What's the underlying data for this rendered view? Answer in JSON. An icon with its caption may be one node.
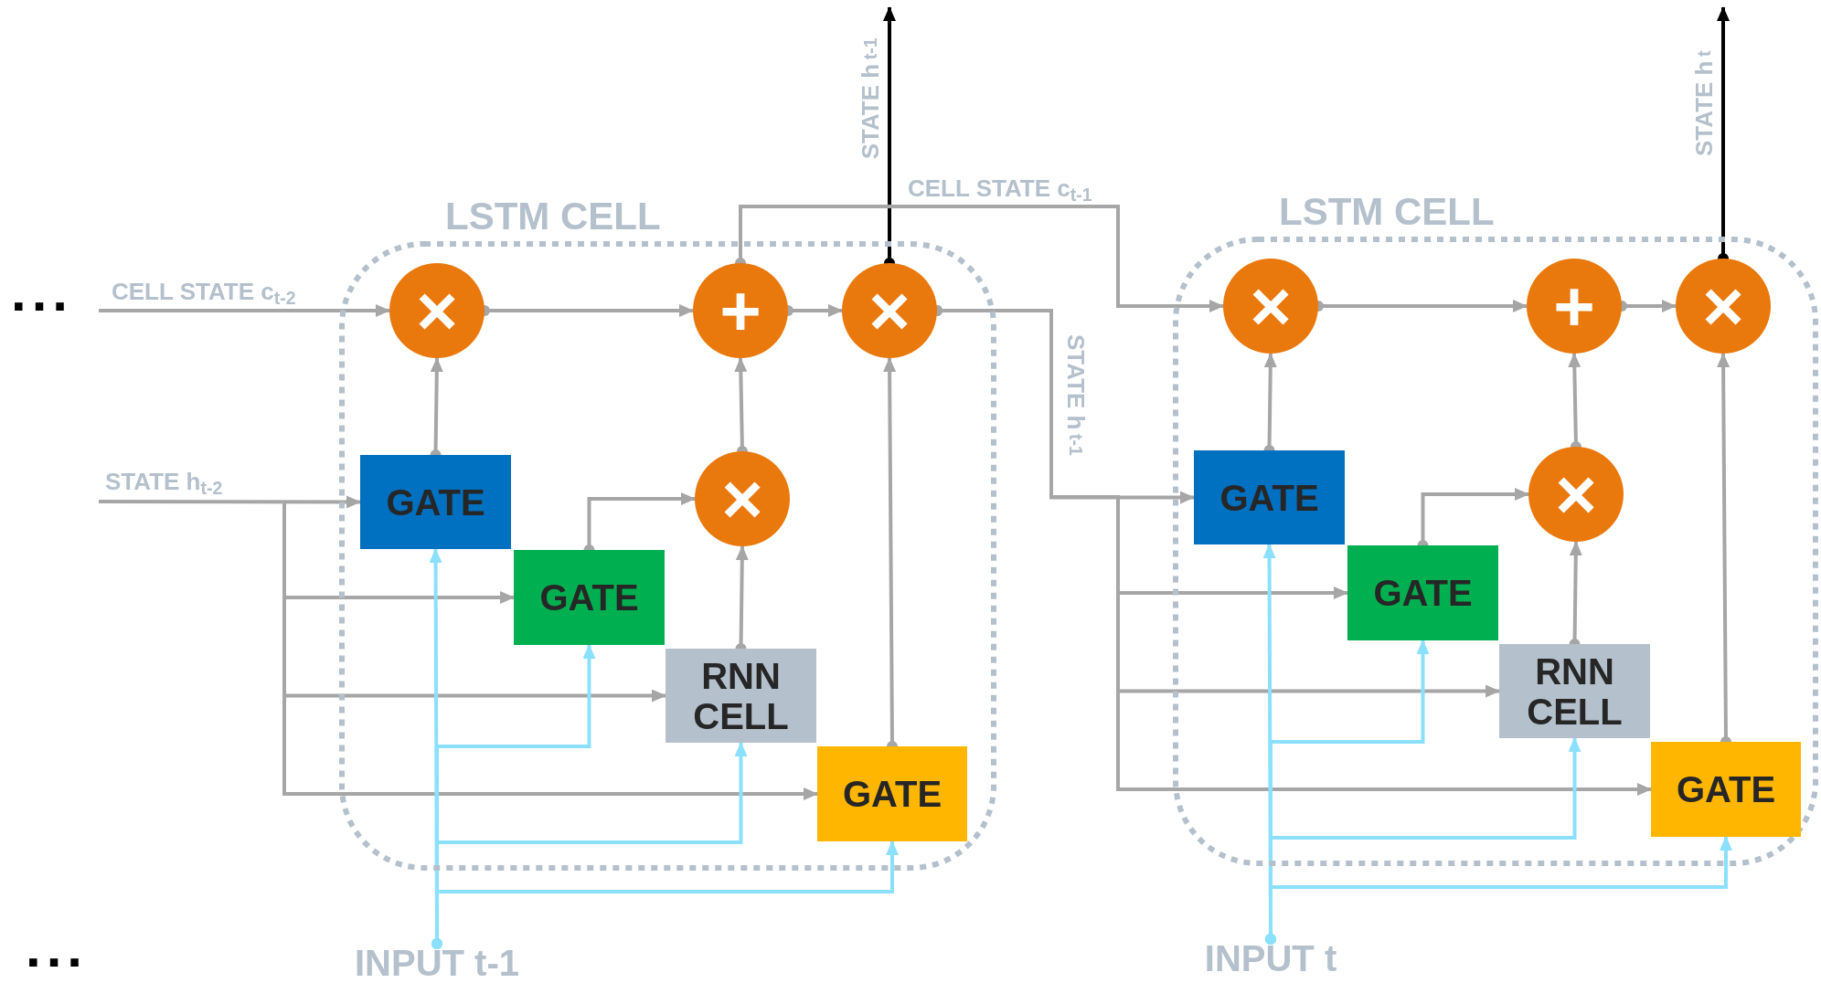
{
  "diagram": {
    "nodes": [
      {
        "text": [
          "LSTM CELL"
        ]
      },
      {
        "text": [
          "×"
        ],
        "in": 0
      },
      {
        "text": [
          "+"
        ],
        "in": 0
      },
      {
        "text": [
          "×"
        ],
        "in": 0
      },
      {
        "text": [
          "×"
        ],
        "in": 0
      },
      {
        "text": [
          "GATE"
        ],
        "in": 0
      },
      {
        "text": [
          "GATE"
        ],
        "in": 0
      },
      {
        "text": [
          "RNN CELL"
        ],
        "in": 0
      },
      {
        "text": [
          "GATE"
        ],
        "in": 0
      },
      {
        "text": [
          "LSTM CELL"
        ]
      },
      {
        "text": [
          "×"
        ],
        "in": 9
      },
      {
        "text": [
          "+"
        ],
        "in": 9
      },
      {
        "text": [
          "×"
        ],
        "in": 9
      },
      {
        "text": [
          "×"
        ],
        "in": 9
      },
      {
        "text": [
          "GATE"
        ],
        "in": 9
      },
      {
        "text": [
          "GATE"
        ],
        "in": 9
      },
      {
        "text": [
          "RNN CELL"
        ],
        "in": 9
      },
      {
        "text": [
          "GATE"
        ],
        "in": 9
      },
      {
        "text": [
          "INPUT t-1"
        ]
      },
      {
        "text": [
          "INPUT t"
        ]
      }
    ],
    "edges": [
      {
        "from": null,
        "to": 1,
        "arrow": "to",
        "label": "CELL STATE c$_{t-2}$"
      },
      {
        "from": null,
        "to": 5,
        "arrow": "to",
        "label": "STATE h$_{t-2}$"
      },
      {
        "from": null,
        "to": 6,
        "arrow": "to"
      },
      {
        "from": null,
        "to": 7,
        "arrow": "to"
      },
      {
        "from": null,
        "to": 8,
        "arrow": "to"
      },
      {
        "from": 18,
        "to": 5,
        "arrow": "to",
        "color": "#8be0fd"
      },
      {
        "from": 18,
        "to": 6,
        "arrow": "to",
        "color": "#8be0fd"
      },
      {
        "from": 18,
        "to": 7,
        "arrow": "to",
        "color": "#8be0fd"
      },
      {
        "from": 18,
        "to": 8,
        "arrow": "to",
        "color": "#8be0fd"
      },
      {
        "from": 5,
        "to": 1,
        "arrow": "to"
      },
      {
        "from": 1,
        "to": 2,
        "arrow": "to"
      },
      {
        "from": 6,
        "to": 4,
        "arrow": "to"
      },
      {
        "from": 7,
        "to": 4,
        "arrow": "to"
      },
      {
        "from": 4,
        "to": 2,
        "arrow": "to"
      },
      {
        "from": 2,
        "to": 3,
        "arrow": "to"
      },
      {
        "from": 8,
        "to": 3,
        "arrow": "to"
      },
      {
        "from": 3,
        "to": null,
        "arrow": "to",
        "label": "STATE h$_{t-1}$",
        "color": "#000000"
      },
      {
        "from": 2,
        "to": 10,
        "arrow": "to",
        "label": "CELL STATE c$_{t-1}$"
      },
      {
        "from": 3,
        "to": 14,
        "arrow": "to",
        "label": "STATE h$_{t-1}$"
      },
      {
        "from": 3,
        "to": 15,
        "arrow": "to"
      },
      {
        "from": 3,
        "to": 16,
        "arrow": "to"
      },
      {
        "from": 3,
        "to": 17,
        "arrow": "to"
      },
      {
        "from": 19,
        "to": 14,
        "arrow": "to",
        "color": "#8be0fd"
      },
      {
        "from": 19,
        "to": 15,
        "arrow": "to",
        "color": "#8be0fd"
      },
      {
        "from": 19,
        "to": 16,
        "arrow": "to",
        "color": "#8be0fd"
      },
      {
        "from": 19,
        "to": 17,
        "arrow": "to",
        "color": "#8be0fd"
      },
      {
        "from": 14,
        "to": 10,
        "arrow": "to"
      },
      {
        "from": 10,
        "to": 11,
        "arrow": "to"
      },
      {
        "from": 15,
        "to": 13,
        "arrow": "to"
      },
      {
        "from": 16,
        "to": 13,
        "arrow": "to"
      },
      {
        "from": 13,
        "to": 11,
        "arrow": "to"
      },
      {
        "from": 11,
        "to": 12,
        "arrow": "to"
      },
      {
        "from": 17,
        "to": 12,
        "arrow": "to"
      },
      {
        "from": 12,
        "to": null,
        "arrow": "to",
        "label": "STATE h$_{t}$",
        "color": "#000000"
      }
    ],
    "labels": [
      "...",
      "..."
    ]
  }
}
